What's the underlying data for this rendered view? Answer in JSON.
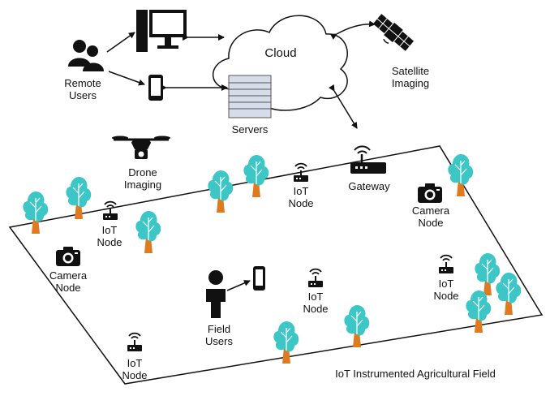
{
  "nodes": {
    "remote_users": {
      "line1": "Remote",
      "line2": "Users"
    },
    "cloud": {
      "label": "Cloud"
    },
    "satellite": {
      "line1": "Satellite",
      "line2": "Imaging"
    },
    "servers": {
      "label": "Servers"
    },
    "drone": {
      "line1": "Drone",
      "line2": "Imaging"
    },
    "gateway": {
      "label": "Gateway"
    },
    "field_users": {
      "line1": "Field",
      "line2": "Users"
    }
  },
  "iot_node": {
    "line1": "IoT",
    "line2": "Node"
  },
  "camera_node": {
    "line1": "Camera",
    "line2": "Node"
  },
  "field": {
    "label": "IoT Instrumented Agricultural Field"
  },
  "colors": {
    "tree_leaf": "#3cc6c6",
    "tree_trunk": "#e07a1f",
    "ink": "#111111",
    "server": "#d7dcea"
  }
}
